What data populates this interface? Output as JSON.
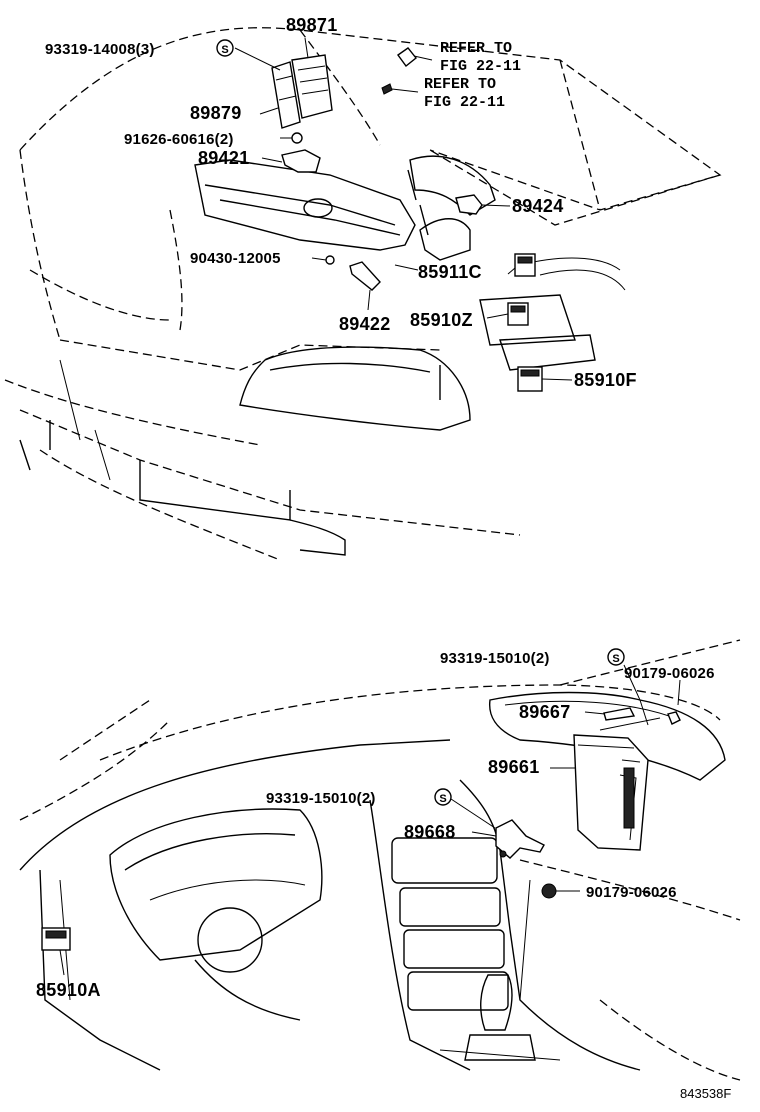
{
  "engine_bay": {
    "labels": {
      "p89871": "89871",
      "p93319_14008": "93319-14008(3)",
      "ref_line1": "REFER TO",
      "ref_line2": "FIG 22-11",
      "ref2_line1": "REFER TO",
      "ref2_line2": "FIG 22-11",
      "p89879": "89879",
      "p91626": "91626-60616(2)",
      "p89421": "89421",
      "p89424": "89424",
      "p90430": "90430-12005",
      "p85911c": "85911C",
      "p89422": "89422",
      "p85910z": "85910Z",
      "p85910f": "85910F"
    }
  },
  "dashboard": {
    "labels": {
      "p93319_15010_a": "93319-15010(2)",
      "p90179_a": "90179-06026",
      "p89667": "89667",
      "p89661": "89661",
      "p93319_15010_b": "93319-15010(2)",
      "p89668": "89668",
      "p90179_b": "90179-06026",
      "p85910a": "85910A"
    }
  },
  "symbols": {
    "screw_mark": "S"
  },
  "figure_id": "843538F"
}
